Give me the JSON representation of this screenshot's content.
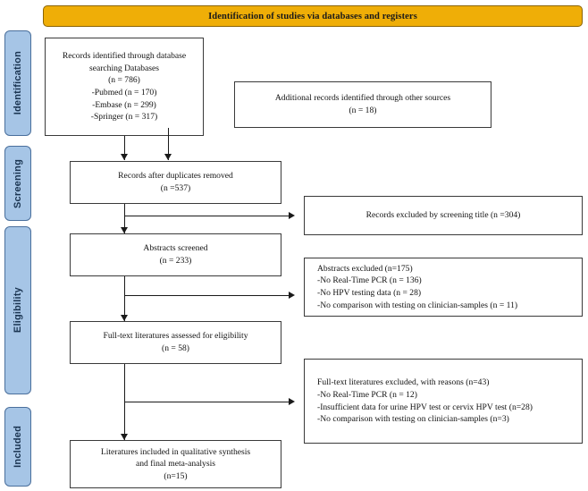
{
  "banner": {
    "title": "Identification of studies via databases and registers",
    "color": "#EFAE07"
  },
  "stages": [
    {
      "name": "identification",
      "label": "Identification",
      "color": "#A6C5E6"
    },
    {
      "name": "screening",
      "label": "Screening",
      "color": "#A6C5E6"
    },
    {
      "name": "eligibility",
      "label": "Eligibility",
      "color": "#A6C5E6"
    },
    {
      "name": "included",
      "label": "Included",
      "color": "#A6C5E6"
    }
  ],
  "boxes": {
    "records_identified": "Records identified through database\nsearching Databases\n(n = 786)\n-Pubmed (n = 170)\n-Embase (n = 299)\n-Springer (n = 317)",
    "additional_records": "Additional records identified through other sources\n(n = 18)",
    "duplicates_removed": "Records after duplicates removed\n(n =537)",
    "records_excluded_title": "Records excluded by screening title (n =304)",
    "abstracts_screened": "Abstracts screened\n(n = 233)",
    "abstracts_excluded": "Abstracts excluded (n=175)\n -No Real-Time PCR (n = 136)\n -No HPV testing data (n = 28)\n -No comparison with testing on clinician-samples (n = 11)",
    "fulltext_assessed": "Full-text literatures assessed for eligibility\n(n = 58)",
    "fulltext_excluded": "Full-text literatures excluded, with reasons (n=43)\n -No Real-Time PCR (n = 12)\n  -Insufficient data for urine HPV test or cervix HPV test (n=28)\n -No comparison with testing on clinician-samples (n=3)",
    "included_final": "Literatures included in qualitative synthesis\nand final meta-analysis\n(n=15)"
  },
  "chart_data": {
    "type": "diagram",
    "title": "Identification of studies via databases and registers",
    "diagram_kind": "PRISMA flow diagram",
    "stages": [
      "Identification",
      "Screening",
      "Eligibility",
      "Included"
    ],
    "nodes": [
      {
        "id": "records_identified",
        "stage": "Identification",
        "label": "Records identified through database searching Databases",
        "n": 786,
        "breakdown": [
          {
            "source": "Pubmed",
            "n": 170
          },
          {
            "source": "Embase",
            "n": 299
          },
          {
            "source": "Springer",
            "n": 317
          }
        ]
      },
      {
        "id": "additional_records",
        "stage": "Identification",
        "label": "Additional records identified through other sources",
        "n": 18
      },
      {
        "id": "duplicates_removed",
        "stage": "Screening",
        "label": "Records after duplicates removed",
        "n": 537
      },
      {
        "id": "records_excluded_title",
        "stage": "Screening",
        "label": "Records excluded by screening title",
        "n": 304,
        "kind": "exclusion"
      },
      {
        "id": "abstracts_screened",
        "stage": "Screening",
        "label": "Abstracts screened",
        "n": 233
      },
      {
        "id": "abstracts_excluded",
        "stage": "Eligibility",
        "label": "Abstracts excluded",
        "n": 175,
        "kind": "exclusion",
        "reasons": [
          {
            "reason": "No Real-Time PCR",
            "n": 136
          },
          {
            "reason": "No HPV testing data",
            "n": 28
          },
          {
            "reason": "No comparison with testing on clinician-samples",
            "n": 11
          }
        ]
      },
      {
        "id": "fulltext_assessed",
        "stage": "Eligibility",
        "label": "Full-text literatures assessed for eligibility",
        "n": 58
      },
      {
        "id": "fulltext_excluded",
        "stage": "Eligibility",
        "label": "Full-text literatures excluded, with reasons",
        "n": 43,
        "kind": "exclusion",
        "reasons": [
          {
            "reason": "No Real-Time PCR",
            "n": 12
          },
          {
            "reason": "Insufficient data for urine HPV test or cervix HPV test",
            "n": 28
          },
          {
            "reason": "No comparison with testing on clinician-samples",
            "n": 3
          }
        ]
      },
      {
        "id": "included_final",
        "stage": "Included",
        "label": "Literatures included in qualitative synthesis and final meta-analysis",
        "n": 15
      }
    ],
    "edges": [
      {
        "from": "records_identified",
        "to": "duplicates_removed"
      },
      {
        "from": "additional_records",
        "to": "duplicates_removed"
      },
      {
        "from": "duplicates_removed",
        "to": "records_excluded_title"
      },
      {
        "from": "duplicates_removed",
        "to": "abstracts_screened"
      },
      {
        "from": "abstracts_screened",
        "to": "abstracts_excluded"
      },
      {
        "from": "abstracts_screened",
        "to": "fulltext_assessed"
      },
      {
        "from": "fulltext_assessed",
        "to": "fulltext_excluded"
      },
      {
        "from": "fulltext_assessed",
        "to": "included_final"
      }
    ]
  }
}
